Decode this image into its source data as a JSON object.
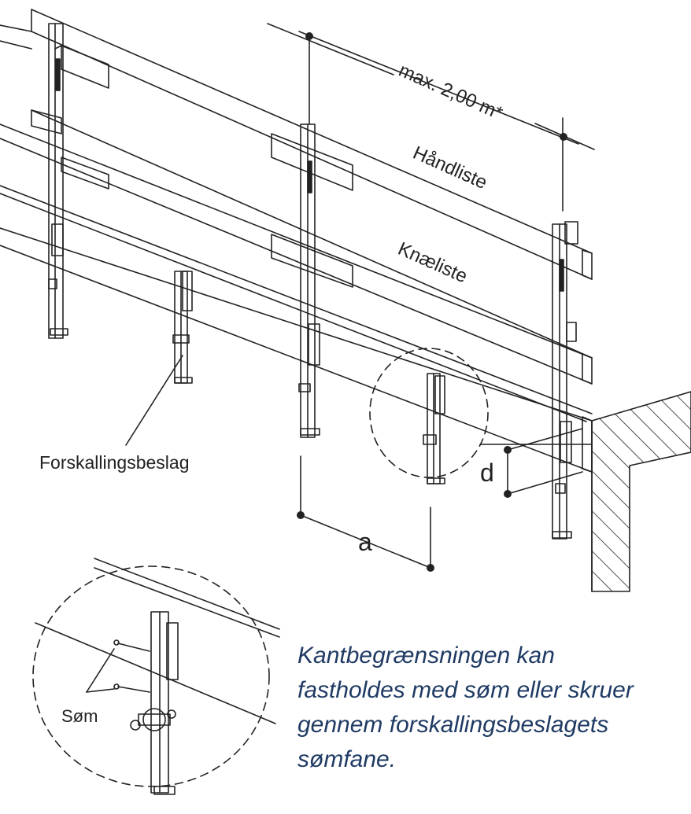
{
  "labels": {
    "span": "max. 2,00 m*",
    "handrail": "Håndliste",
    "kneerail": "Knæliste",
    "bracket": "Forskallingsbeslag",
    "dim_a": "a",
    "dim_d": "d",
    "nails": "Søm"
  },
  "caption": [
    "Kantbegrænsningen kan",
    "fastholdes med søm eller skruer",
    "gennem forskallingsbeslagets",
    "sømfane."
  ],
  "colors": {
    "stroke": "#222222",
    "caption": "#1f3a63"
  }
}
